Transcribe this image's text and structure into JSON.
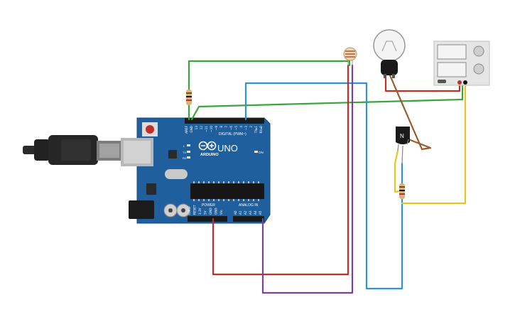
{
  "board": {
    "brand": "ARDUINO",
    "model": "UNO",
    "on_label": "ON",
    "tx_label": "TX",
    "rx_label": "RX",
    "l_label": "L",
    "digital_label": "DIGITAL (PWM~)",
    "power_label": "POWER",
    "analog_label": "ANALOG IN",
    "top_pins": [
      "AREF",
      "GND",
      "13",
      "12",
      "~11",
      "~10",
      "~9",
      "8",
      "7",
      "~6",
      "~5",
      "4",
      "~3",
      "2",
      "TX▸1",
      "RX◂0"
    ],
    "power_pins": [
      "IOREF",
      "RESET",
      "3.3V",
      "5V",
      "GND",
      "GND",
      "Vin"
    ],
    "analog_pins": [
      "A0",
      "A1",
      "A2",
      "A3",
      "A4",
      "A5"
    ]
  },
  "transistor": {
    "label": "N"
  },
  "colors": {
    "board": "#1f5f9e",
    "wire_green": "#3aa53a",
    "wire_blue": "#2f93cf",
    "wire_red": "#c0302a",
    "wire_purple": "#7a3fa0",
    "wire_yellow": "#e6c622",
    "wire_brown": "#9a5c2c"
  }
}
